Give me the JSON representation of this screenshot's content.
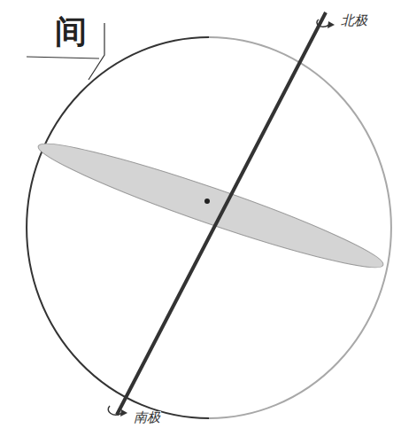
{
  "diagram": {
    "labels": [
      "间",
      "北极",
      "南极"
    ]
  }
}
